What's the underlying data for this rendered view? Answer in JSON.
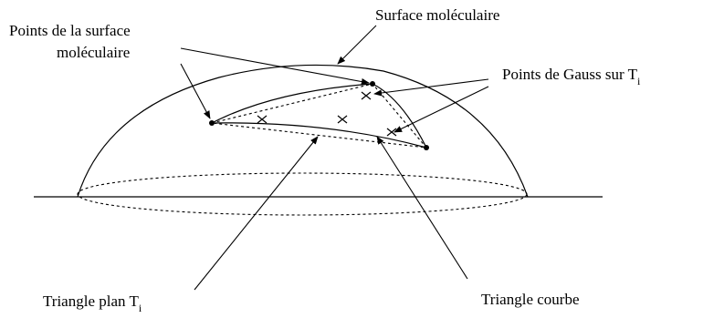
{
  "labels": {
    "surface_moleculaire": "Surface moléculaire",
    "points_surface_line1": "Points de la surface",
    "points_surface_line2": "moléculaire",
    "points_gauss": "Points de Gauss sur T",
    "points_gauss_sub": "i",
    "triangle_plan": "Triangle plan T",
    "triangle_plan_sub": "i",
    "triangle_courbe": "Triangle courbe"
  },
  "gauss_point_count": 4
}
